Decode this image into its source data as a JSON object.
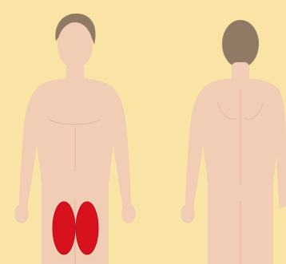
{
  "colors": {
    "background": "#f9e4a6",
    "skin": "#f0cdb4",
    "skin_shadow": "#e6b89c",
    "hair": "#8f7a66",
    "highlight": "#d8111f",
    "highlight_edge": "#b80c18"
  },
  "figures": [
    {
      "view": "front",
      "highlighted_region": "thighs-front"
    },
    {
      "view": "back",
      "highlighted_region": "none"
    }
  ]
}
